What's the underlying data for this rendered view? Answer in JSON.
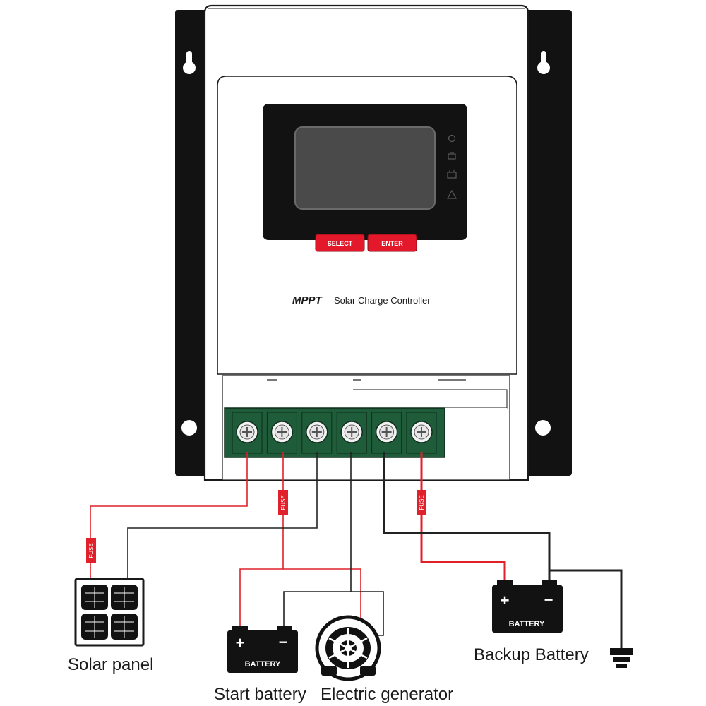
{
  "controller": {
    "brand": "MPPT",
    "product": "Solar Charge Controller",
    "buttons": {
      "select": "SELECT",
      "enter": "ENTER"
    },
    "status_icons": [
      "solar-status-icon",
      "load-status-icon",
      "battery-status-icon",
      "warning-icon"
    ],
    "terminal_count": 6
  },
  "wiring": {
    "fuse_label": "FUSE",
    "battery_label": "BATTERY",
    "battery_plus": "+",
    "battery_minus": "−"
  },
  "devices": {
    "solar_panel": "Solar panel",
    "start_battery": "Start battery",
    "electric_generator": "Electric generator",
    "backup_battery": "Backup Battery"
  },
  "colors": {
    "positive_wire": "#e0202a",
    "negative_wire": "#222222",
    "button_red": "#e3192b",
    "terminal_green": "#1f5c3a",
    "housing_dark": "#121212"
  }
}
